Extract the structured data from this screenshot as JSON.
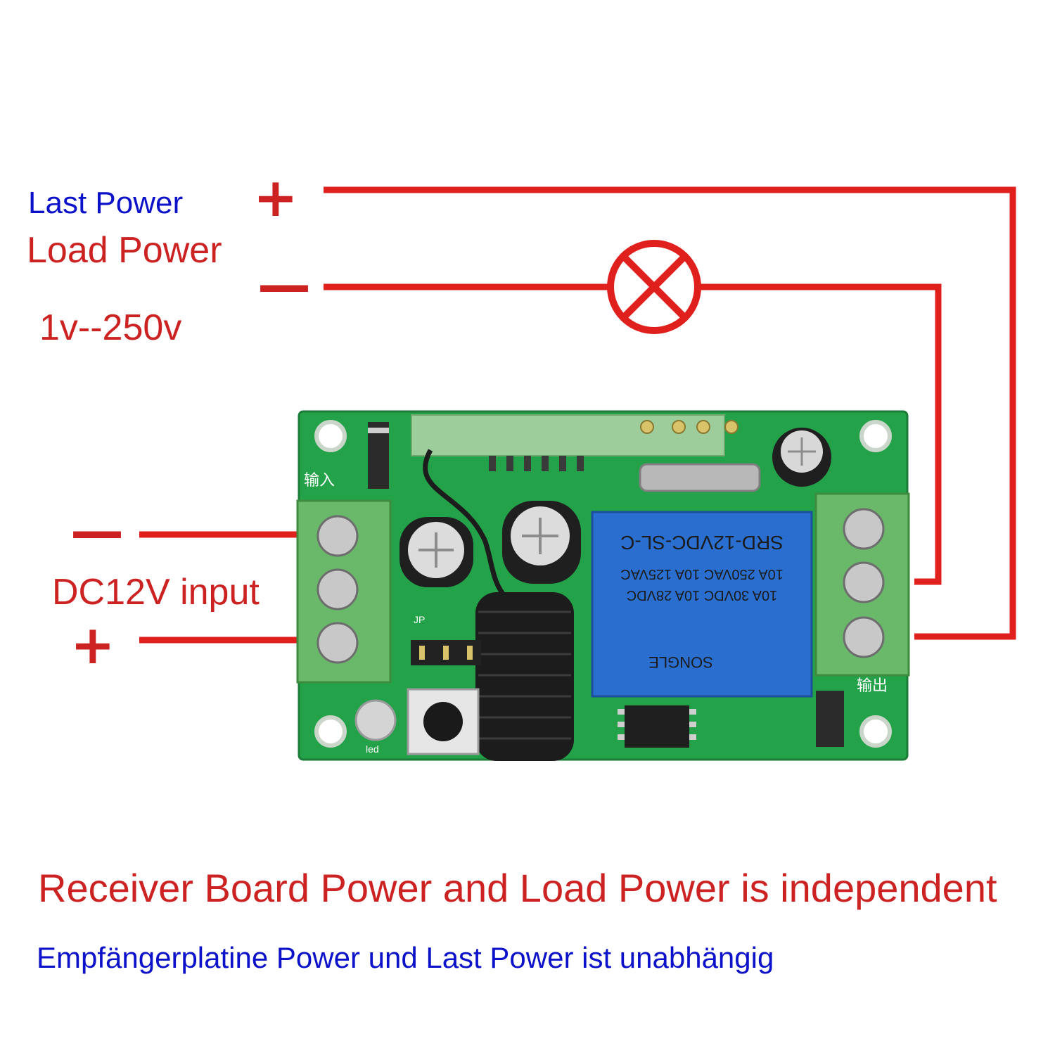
{
  "load_power": {
    "label_de": "Last Power",
    "label_en": "Load Power",
    "voltage_range": "1v--250v",
    "plus_sign": "+",
    "minus_sign": "—"
  },
  "dc_input": {
    "label": "DC12V input",
    "plus_sign": "+",
    "minus_sign": "—"
  },
  "board": {
    "input_label": "输入",
    "output_label": "输出",
    "relay_model": "SRD-12VDC-SL-C",
    "relay_ratings": [
      "10A 250VAC  10A 125VAC",
      "10A 30VDC  10A 28VDC"
    ],
    "relay_brand": "SONGLE",
    "jumper_label": "JP",
    "led_label": "led",
    "colors": {
      "pcb": "#23a24a",
      "relay": "#2a6fd0",
      "terminal": "#6ab86a",
      "wire": "#e0201c"
    }
  },
  "captions": {
    "english": "Receiver Board Power and Load Power is independent",
    "german": "Empfängerplatine Power und Last Power ist unabhängig"
  }
}
